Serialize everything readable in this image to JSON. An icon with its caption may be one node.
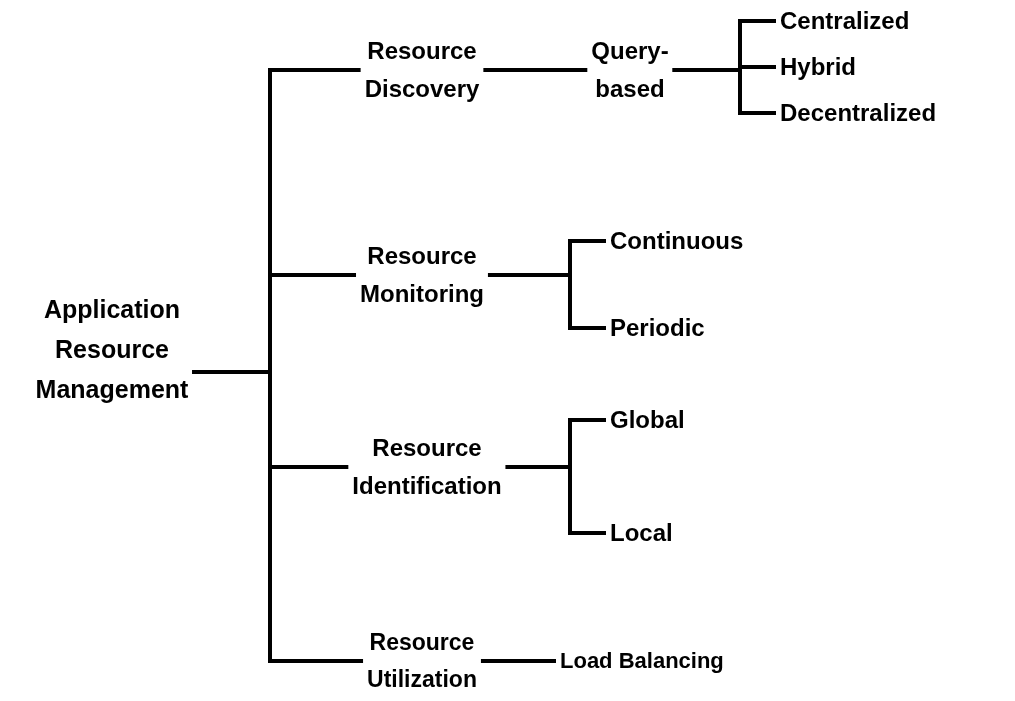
{
  "diagram": {
    "nodes": [
      {
        "text": [
          "Application Resource Management"
        ]
      },
      {
        "text": [
          "Resource Discovery"
        ]
      },
      {
        "text": [
          "Query-based"
        ]
      },
      {
        "text": [
          "Centralized"
        ]
      },
      {
        "text": [
          "Hybrid"
        ]
      },
      {
        "text": [
          "Decentralized"
        ]
      },
      {
        "text": [
          "Resource Monitoring"
        ]
      },
      {
        "text": [
          "Continuous"
        ]
      },
      {
        "text": [
          "Periodic"
        ]
      },
      {
        "text": [
          "Resource Identification"
        ]
      },
      {
        "text": [
          "Global"
        ]
      },
      {
        "text": [
          "Local"
        ]
      },
      {
        "text": [
          "Resource Utilization"
        ]
      },
      {
        "text": [
          "Load Balancing"
        ]
      }
    ],
    "edges": [
      {
        "from": 0,
        "to": 1,
        "arrow": "none"
      },
      {
        "from": 0,
        "to": 6,
        "arrow": "none"
      },
      {
        "from": 0,
        "to": 9,
        "arrow": "none"
      },
      {
        "from": 0,
        "to": 12,
        "arrow": "none"
      },
      {
        "from": 1,
        "to": 2,
        "arrow": "none"
      },
      {
        "from": 2,
        "to": 3,
        "arrow": "none"
      },
      {
        "from": 2,
        "to": 4,
        "arrow": "none"
      },
      {
        "from": 2,
        "to": 5,
        "arrow": "none"
      },
      {
        "from": 6,
        "to": 7,
        "arrow": "none"
      },
      {
        "from": 6,
        "to": 8,
        "arrow": "none"
      },
      {
        "from": 9,
        "to": 10,
        "arrow": "none"
      },
      {
        "from": 9,
        "to": 11,
        "arrow": "none"
      },
      {
        "from": 12,
        "to": 13,
        "arrow": "none"
      }
    ]
  }
}
